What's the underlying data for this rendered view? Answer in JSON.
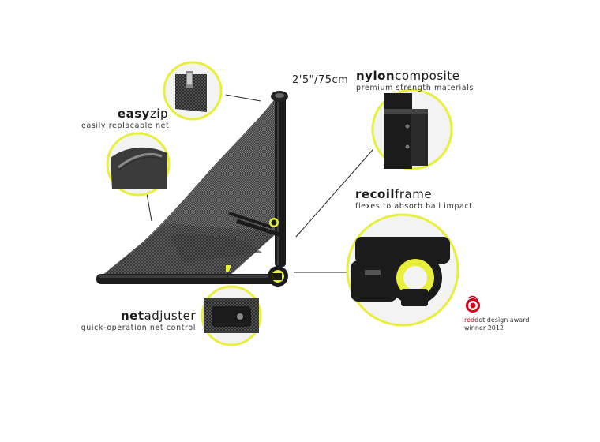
{
  "features": {
    "easyzip": {
      "bold": "easy",
      "rest": "zip",
      "subtitle": "easily replacable net"
    },
    "nyloncomposite": {
      "bold": "nylon",
      "rest": "composite",
      "subtitle": "premium strength materials"
    },
    "recoilframe": {
      "bold": "recoil",
      "rest": "frame",
      "subtitle": "flexes to absorb ball impact"
    },
    "netadjuster": {
      "bold": "net",
      "rest": "adjuster",
      "subtitle": "quick-operation net control"
    }
  },
  "dimension": {
    "text": "2'5\"/75cm"
  },
  "award": {
    "brand_red": "red",
    "brand_dot": "dot",
    "line1_rest": " design award",
    "line2": "winner 2012"
  },
  "colors": {
    "accent_ring": "#e8ef3a",
    "frame": "#1b1b1b",
    "net": "#3a3a3a"
  }
}
